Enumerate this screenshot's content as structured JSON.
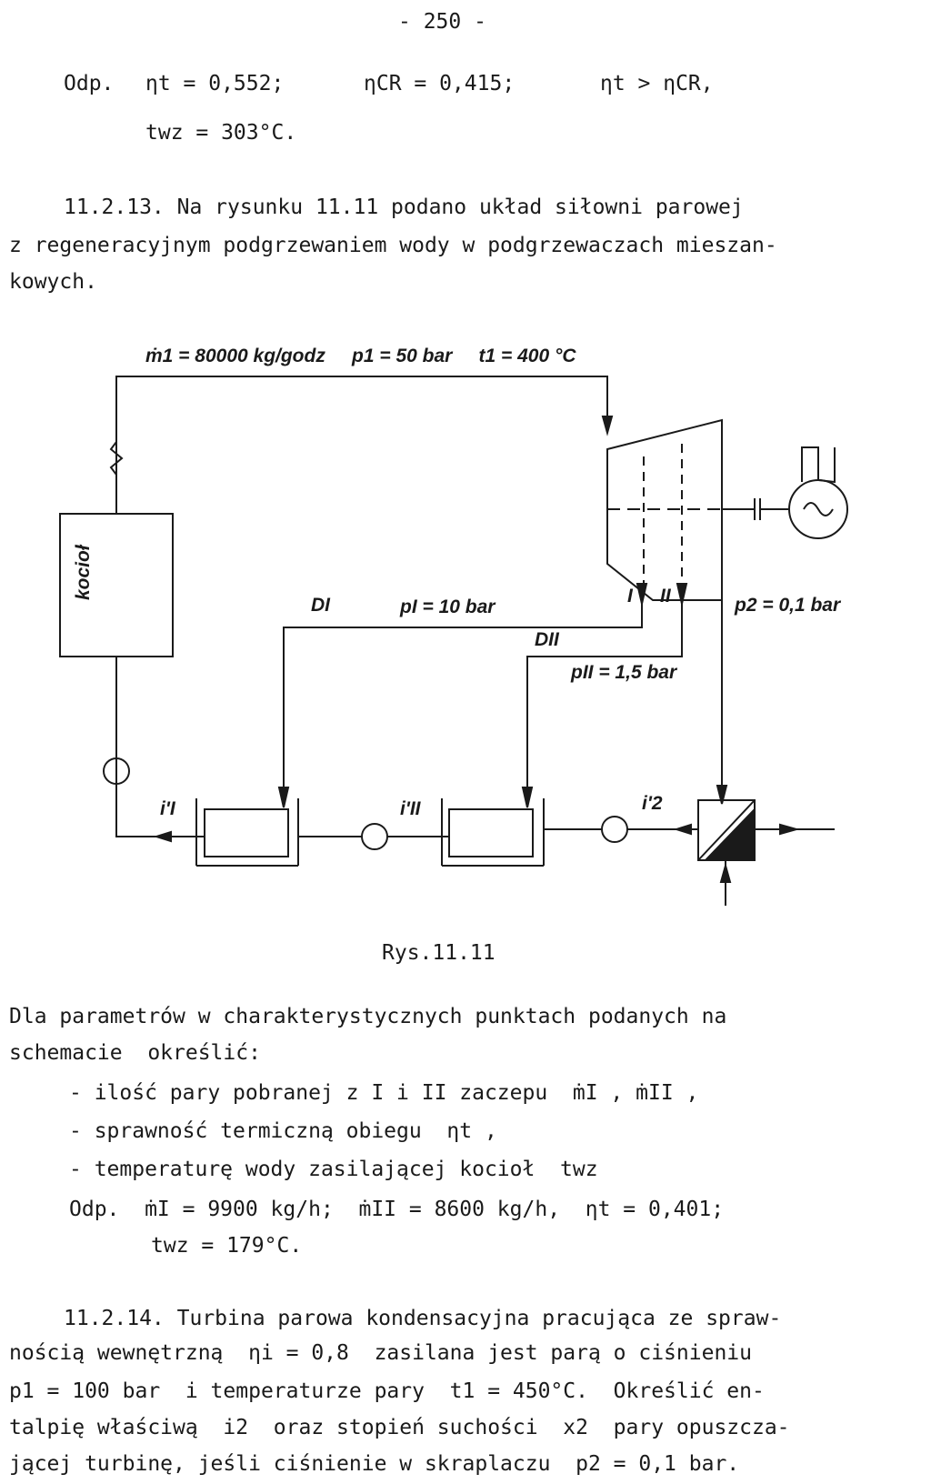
{
  "header": {
    "page_number": "- 250 -"
  },
  "answer1": {
    "prefix": "Odp.",
    "eta_t": "ηt = 0,552;",
    "eta_cr": "ηCR = 0,415;",
    "compare": "ηt > ηCR,",
    "twz": "twz = 303°C."
  },
  "problem_11_2_13": {
    "line1": "11.2.13. Na rysunku 11.11 podano układ siłowni parowej",
    "line2": "z regeneracyjnym podgrzewaniem wody w podgrzewaczach mieszan-",
    "line3": "kowych."
  },
  "diagram": {
    "top_label": "ṁ1 = 80000 kg/godz     p1 = 50 bar     t1 = 400 °C",
    "boiler_label": "kocioł",
    "DI": "DI",
    "pI": "pI = 10 bar",
    "I": "I",
    "II": "II",
    "DII": "DII",
    "pII": "pII = 1,5 bar",
    "p2": "p2 = 0,1 bar",
    "iI": "i'I",
    "iII": "i'II",
    "i2": "i'2",
    "caption": "Rys.11.11"
  },
  "task": {
    "line1": "Dla parametrów w charakterystycznych punktach podanych na",
    "line2": "schemacie  określić:",
    "item1": "- ilość pary pobranej z I i II zaczepu  ṁI , ṁII ,",
    "item2": "- sprawność termiczną obiegu  ηt ,",
    "item3": "- temperaturę wody zasilającej kocioł  twz",
    "ans_line1": "Odp.  ṁI = 9900 kg/h;  ṁII = 8600 kg/h,  ηt = 0,401;",
    "ans_line2": "twz = 179°C."
  },
  "problem_11_2_14": {
    "line1": "11.2.14. Turbina parowa kondensacyjna pracująca ze spraw-",
    "line2": "nością wewnętrzną  ηi = 0,8  zasilana jest parą o ciśnieniu",
    "line3": "p1 = 100 bar  i temperaturze pary  t1 = 450°C.  Określić en-",
    "line4": "talpię właściwą  i2  oraz stopień suchości  x2  pary opuszcza-",
    "line5": "jącej turbinę, jeśli ciśnienie w skraplaczu  p2 = 0,1 bar."
  }
}
